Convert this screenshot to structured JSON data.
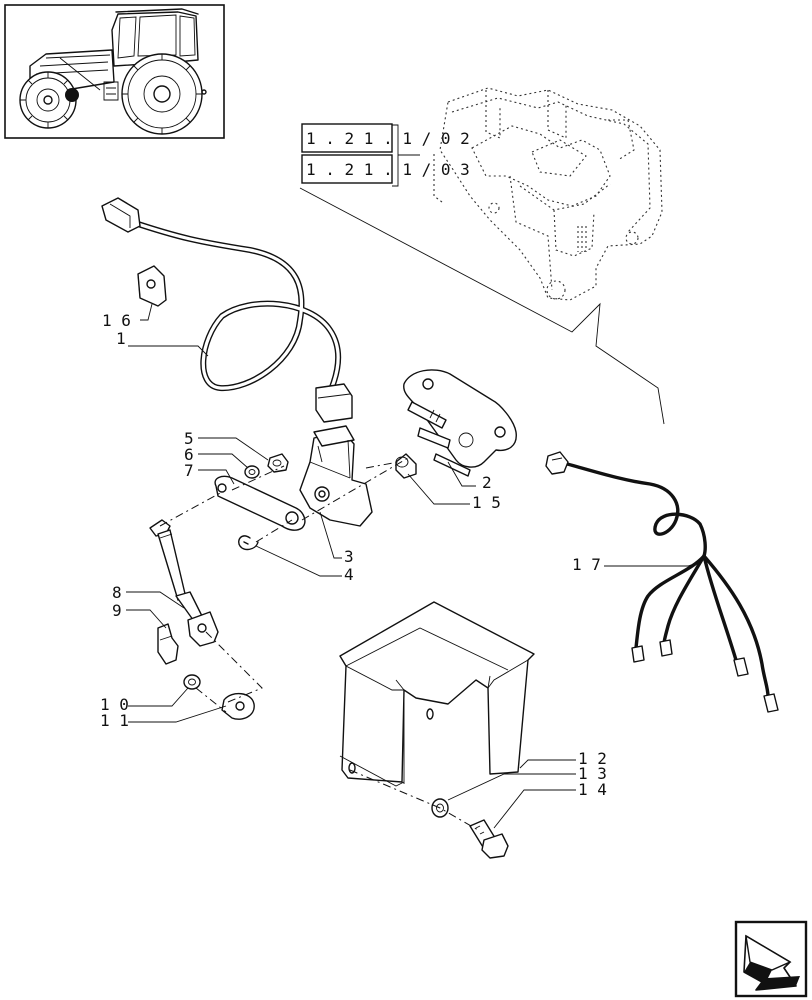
{
  "diagram": {
    "references": [
      "1 . 2 1 . 1 / 0 2",
      "1 . 2 1 . 1 / 0 3"
    ],
    "callouts": {
      "p1": "1",
      "p2": "2",
      "p3": "3",
      "p4": "4",
      "p5": "5",
      "p6": "6",
      "p7": "7",
      "p8": "8",
      "p9": "9",
      "p10": "1 0",
      "p11": "1 1",
      "p12": "1 2",
      "p13": "1 3",
      "p14": "1 4",
      "p15": "1 5",
      "p16": "1 6",
      "p17": "1 7"
    },
    "icons": {
      "thumbnail": "tractor-thumbnail-icon",
      "nav": "next-page-arrow-icon"
    }
  }
}
